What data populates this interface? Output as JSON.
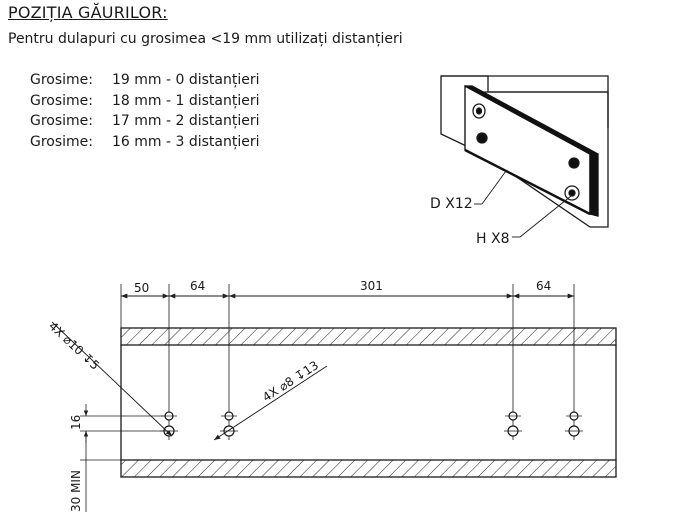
{
  "heading": "POZIȚIA GĂURILOR:",
  "subtitle": "Pentru dulapuri cu grosimea <19 mm utilizați distanțieri",
  "thickness_rows": [
    {
      "label": "Grosime:",
      "value": "19 mm - 0 distanțieri"
    },
    {
      "label": "Grosime:",
      "value": "18 mm - 1 distanțieri"
    },
    {
      "label": "Grosime:",
      "value": "17 mm - 2 distanțieri"
    },
    {
      "label": "Grosime:",
      "value": "16 mm - 3 distanțieri"
    }
  ],
  "detail_view": {
    "callout_d": "D X12",
    "callout_h": "H X8"
  },
  "drawing": {
    "dims_top": [
      "50",
      "64",
      "301",
      "64"
    ],
    "hole_note_large": "4X ⌀10 ↧5",
    "hole_note_small": "4X ⌀8 ↧13",
    "dim_vertical_16": "16",
    "dim_vertical_30": "30 MIN"
  }
}
